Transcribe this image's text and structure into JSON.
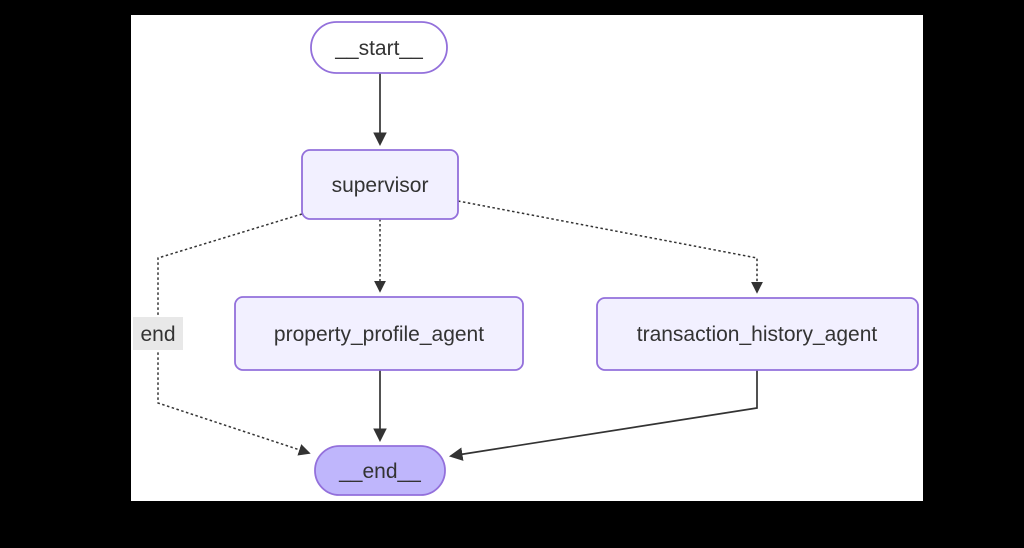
{
  "diagram": {
    "type": "flowchart",
    "direction": "top-down",
    "nodes": [
      {
        "id": "__start__",
        "label": "__start__",
        "shape": "stadium",
        "fill": "#ffffff"
      },
      {
        "id": "supervisor",
        "label": "supervisor",
        "shape": "rounded-rect",
        "fill": "#f2f0ff"
      },
      {
        "id": "property_profile_agent",
        "label": "property_profile_agent",
        "shape": "rounded-rect",
        "fill": "#f2f0ff"
      },
      {
        "id": "transaction_history_agent",
        "label": "transaction_history_agent",
        "shape": "rounded-rect",
        "fill": "#f2f0ff"
      },
      {
        "id": "__end__",
        "label": "__end__",
        "shape": "stadium",
        "fill": "#bfb6fc"
      }
    ],
    "edges": [
      {
        "from": "__start__",
        "to": "supervisor",
        "style": "solid",
        "label": ""
      },
      {
        "from": "supervisor",
        "to": "property_profile_agent",
        "style": "dotted",
        "label": ""
      },
      {
        "from": "supervisor",
        "to": "transaction_history_agent",
        "style": "dotted",
        "label": ""
      },
      {
        "from": "supervisor",
        "to": "__end__",
        "style": "dotted",
        "label": "end"
      },
      {
        "from": "property_profile_agent",
        "to": "__end__",
        "style": "solid",
        "label": ""
      },
      {
        "from": "transaction_history_agent",
        "to": "__end__",
        "style": "solid",
        "label": ""
      }
    ],
    "colors": {
      "page_background": "#000000",
      "canvas_background": "#ffffff",
      "node_border": "#9370DB",
      "node_fill_default": "#f2f0ff",
      "node_fill_start": "#ffffff",
      "node_fill_end": "#bfb6fc",
      "text": "#333333",
      "edge": "#333333",
      "edge_label_background": "#e8e8e8"
    }
  }
}
